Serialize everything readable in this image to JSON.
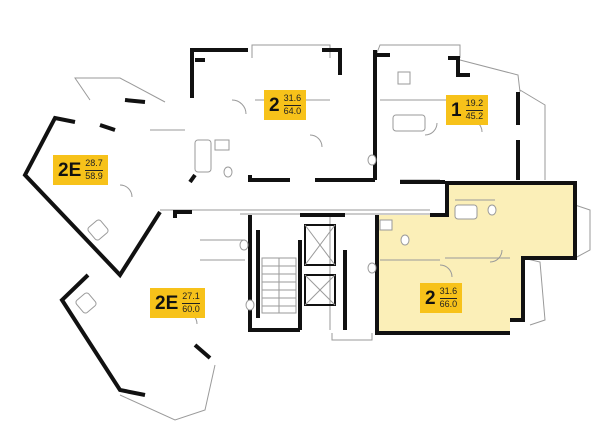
{
  "apartments": [
    {
      "id": "apt-2-top",
      "rooms": "2",
      "living": "31.6",
      "total": "64.0",
      "highlighted": false
    },
    {
      "id": "apt-1-top-right",
      "rooms": "1",
      "living": "19.2",
      "total": "45.2",
      "highlighted": false
    },
    {
      "id": "apt-2e-left",
      "rooms": "2E",
      "living": "28.7",
      "total": "58.9",
      "highlighted": false
    },
    {
      "id": "apt-2e-bottom",
      "rooms": "2E",
      "living": "27.1",
      "total": "60.0",
      "highlighted": false
    },
    {
      "id": "apt-2-selected",
      "rooms": "2",
      "living": "31.6",
      "total": "66.0",
      "highlighted": true
    }
  ],
  "colors": {
    "wall": "#111111",
    "thin_line": "#9a9a9a",
    "label_bg": "#f7c21a",
    "selected_fill": "#fbefb8"
  }
}
